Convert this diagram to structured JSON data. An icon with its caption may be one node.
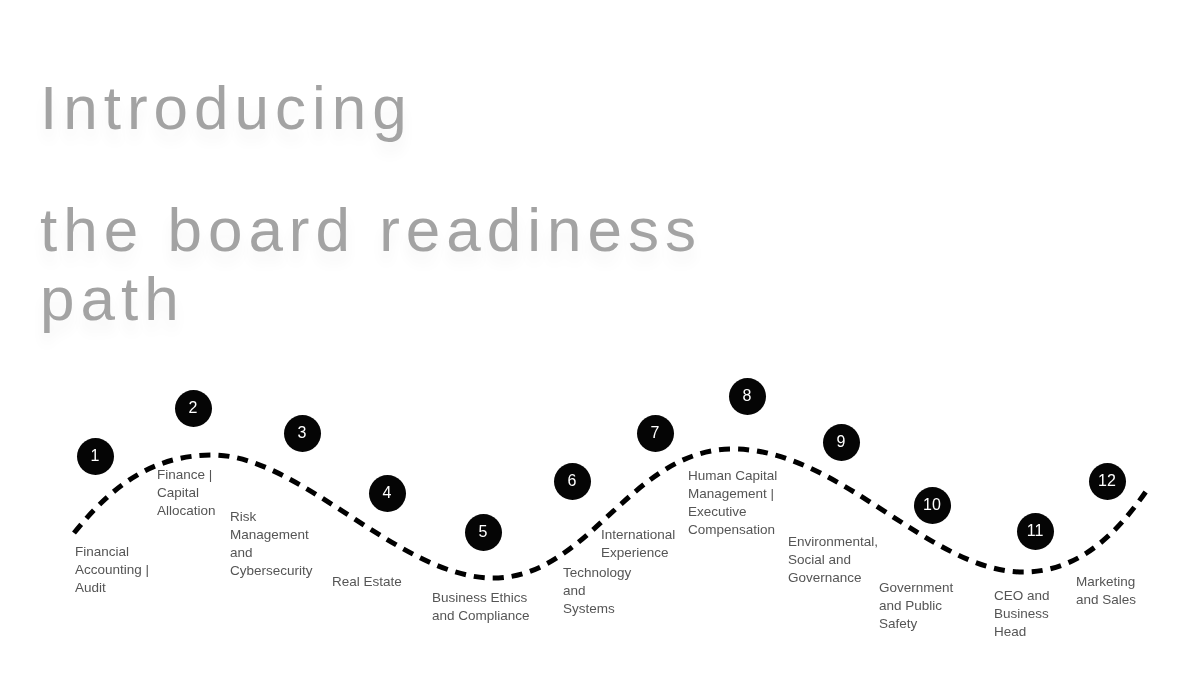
{
  "diagram": {
    "title": "the board readiness path",
    "nodes": [
      {
        "text": [
          "1"
        ]
      },
      {
        "text": [
          "2"
        ]
      },
      {
        "text": [
          "3"
        ]
      },
      {
        "text": [
          "4"
        ]
      },
      {
        "text": [
          "5"
        ]
      },
      {
        "text": [
          "6"
        ]
      },
      {
        "text": [
          "7"
        ]
      },
      {
        "text": [
          "8"
        ]
      },
      {
        "text": [
          "9"
        ]
      },
      {
        "text": [
          "10"
        ]
      },
      {
        "text": [
          "11"
        ]
      },
      {
        "text": [
          "12"
        ]
      }
    ],
    "labels": [
      "Introducing",
      "Financial Accounting | Audit",
      "Finance | Capital Allocation",
      "Risk Management and Cybersecurity",
      "Real Estate",
      "Business Ethics and Compliance",
      "Technology and Systems",
      "International Experience",
      "Human Capital Management | Executive Compensation",
      "Environmental, Social and Governance",
      "Government and Public Safety",
      "CEO and Business Head",
      "Marketing and Sales"
    ]
  }
}
